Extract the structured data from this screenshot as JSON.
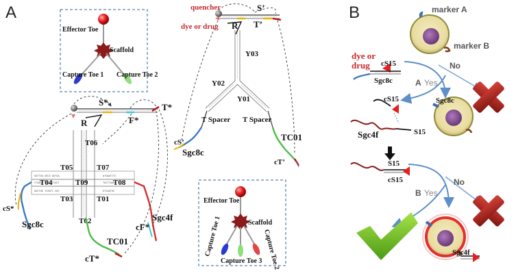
{
  "panels": {
    "a": "A",
    "b": "B"
  },
  "insets": {
    "top": {
      "effector": "Effector Toe",
      "scaffold": "Scaffold",
      "capture1": "Capture Toe 1",
      "capture2": "Capture Toe 2"
    },
    "bottom": {
      "effector": "Effector Toe",
      "scaffold": "Scaffold",
      "capture1": "Capture Toe 1",
      "capture2": "Capture Toe 2",
      "capture3": "Capture Toe 3"
    }
  },
  "y_construct": {
    "quencher": "quencher",
    "dye_or_drug": "dye or drug",
    "s_prime": "S’",
    "r": "R",
    "t_prime": "T’",
    "y02": "Y02",
    "y03": "Y03",
    "y01": "Y01",
    "t_spacer_left": "T Spacer",
    "t_spacer_right": "T Spacer",
    "cs_prime": "cS’",
    "sgc8c": "Sgc8c",
    "tc01": "TC01",
    "ct_prime": "cT’"
  },
  "x_construct": {
    "s_star": "S*",
    "f_star": "F*",
    "t_star": "T*",
    "r": "R",
    "t06": "T06",
    "t05": "T05",
    "t07": "T07",
    "t04": "T04",
    "t09": "T09",
    "t08": "T08",
    "t03": "T03",
    "t01": "T01",
    "t02": "T02",
    "cs_star": "cS*",
    "sgc8c": "Sgc8c",
    "sgc4f": "Sgc4f",
    "cf_star": "cF*",
    "tc01": "TC01",
    "ct_star": "cT*"
  },
  "panel_b": {
    "marker_a": "marker A",
    "marker_b": "marker B",
    "dye_or": "dye or",
    "drug": "drug",
    "cs15": "cS15",
    "sgc8c": "Sgc8c",
    "a": "A",
    "yes": "Yes",
    "no": "No",
    "cs15_2": "cS15",
    "sgc8c_2": "Sgc8c",
    "sgc4f": "Sgc4f",
    "s15": "S15",
    "s15_2": "S15",
    "cs15_3": "cS15",
    "b": "B",
    "yes_2": "Yes",
    "no_2": "No",
    "sgc4f_2": "Sgc4f"
  },
  "colors": {
    "red": "#c62828",
    "blue_strand": "#3a78c2",
    "green_strand": "#4cbb4c",
    "check": "#7cc630",
    "cross": "#b3261e",
    "cell": "#f5e6a6"
  }
}
